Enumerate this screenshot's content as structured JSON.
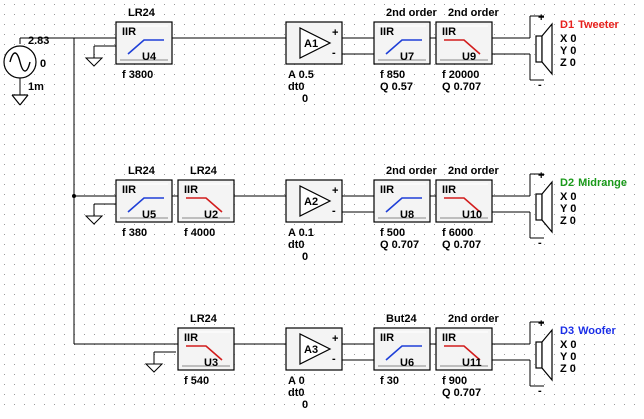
{
  "source": {
    "amplitude": "2.83",
    "offset": "0",
    "bottom": "1m"
  },
  "rows": [
    {
      "filters": [
        {
          "type": "LR24",
          "iir": "IIR",
          "kind": "hp",
          "name": "U4",
          "params": [
            "f  3800"
          ]
        }
      ],
      "amp": {
        "name": "A1",
        "a": "A  0.5",
        "dt": "dt0",
        "z": "0"
      },
      "post": [
        {
          "type": "2nd order",
          "iir": "IIR",
          "kind": "hp",
          "name": "U7",
          "params": [
            "f  850",
            "Q  0.57"
          ]
        },
        {
          "type": "2nd order",
          "iir": "IIR",
          "kind": "lp",
          "name": "U9",
          "params": [
            "f  20000",
            "Q  0.707"
          ]
        }
      ],
      "driver": {
        "id": "D1",
        "label": "Tweeter",
        "color": "#e8201c",
        "x": "X 0",
        "y": "Y 0",
        "z": "Z 0"
      }
    },
    {
      "filters": [
        {
          "type": "LR24",
          "iir": "IIR",
          "kind": "hp",
          "name": "U5",
          "params": [
            "f  380"
          ]
        },
        {
          "type": "LR24",
          "iir": "IIR",
          "kind": "lp",
          "name": "U2",
          "params": [
            "f  4000"
          ]
        }
      ],
      "amp": {
        "name": "A2",
        "a": "A  0.1",
        "dt": "dt0",
        "z": "0"
      },
      "post": [
        {
          "type": "2nd order",
          "iir": "IIR",
          "kind": "hp",
          "name": "U8",
          "params": [
            "f  500",
            "Q  0.707"
          ]
        },
        {
          "type": "2nd order",
          "iir": "IIR",
          "kind": "lp",
          "name": "U10",
          "params": [
            "f  6000",
            "Q  0.707"
          ]
        }
      ],
      "driver": {
        "id": "D2",
        "label": "Midrange",
        "color": "#1a9a1a",
        "x": "X 0",
        "y": "Y 0",
        "z": "Z 0"
      }
    },
    {
      "filters": [
        {
          "type": "LR24",
          "iir": "IIR",
          "kind": "lp",
          "name": "U3",
          "params": [
            "f  540"
          ]
        }
      ],
      "amp": {
        "name": "A3",
        "a": "A  0",
        "dt": "dt0",
        "z": "0"
      },
      "post": [
        {
          "type": "But24",
          "iir": "IIR",
          "kind": "hp",
          "name": "U6",
          "params": [
            "f  30"
          ]
        },
        {
          "type": "2nd order",
          "iir": "IIR",
          "kind": "lp",
          "name": "U11",
          "params": [
            "f  900",
            "Q  0.707"
          ]
        }
      ],
      "driver": {
        "id": "D3",
        "label": "Woofer",
        "color": "#1a2ee8",
        "x": "X 0",
        "y": "Y 0",
        "z": "Z 0"
      }
    }
  ]
}
